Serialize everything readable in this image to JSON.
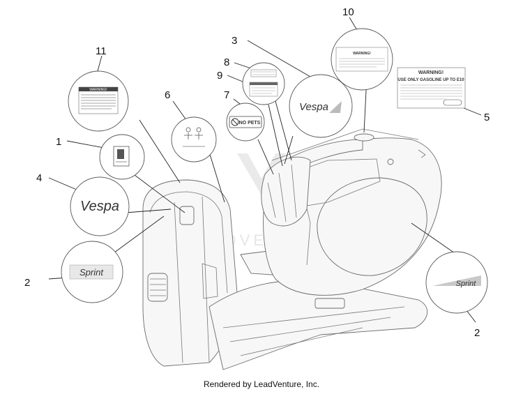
{
  "callouts": [
    "1",
    "2",
    "2",
    "3",
    "4",
    "5",
    "6",
    "7",
    "8",
    "9",
    "10",
    "11"
  ],
  "labels": {
    "warning": "WARNING!",
    "fuel_line1": "USE ONLY GASOLINE UP TO E10",
    "no_pets": "NO PETS",
    "sprint": "Sprint",
    "vespa": "Vespa"
  },
  "watermark": "LEADVENTURE",
  "footer": "Rendered by LeadVenture, Inc.",
  "colors": {
    "line": "#222222",
    "outline": "#6a6a6a",
    "decal_fill": "#999999"
  }
}
